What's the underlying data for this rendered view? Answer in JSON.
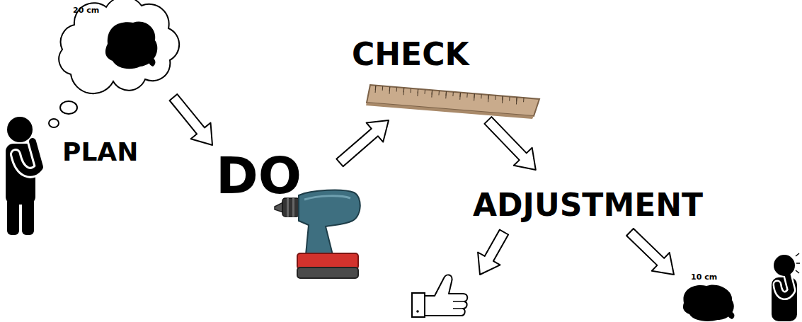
{
  "diagram": {
    "nodes": [
      {
        "text": [
          "PLAN"
        ]
      },
      {
        "text": [
          "DO"
        ]
      },
      {
        "text": [
          "CHECK"
        ]
      },
      {
        "text": [
          "ADJUSTMENT"
        ]
      }
    ],
    "edges": [
      {
        "from": 0,
        "to": 1,
        "arrow": "to"
      },
      {
        "from": 1,
        "to": 2,
        "arrow": "to"
      },
      {
        "from": 2,
        "to": 3,
        "arrow": "to"
      }
    ],
    "labels": [
      "20 cm",
      "10 cm"
    ]
  }
}
